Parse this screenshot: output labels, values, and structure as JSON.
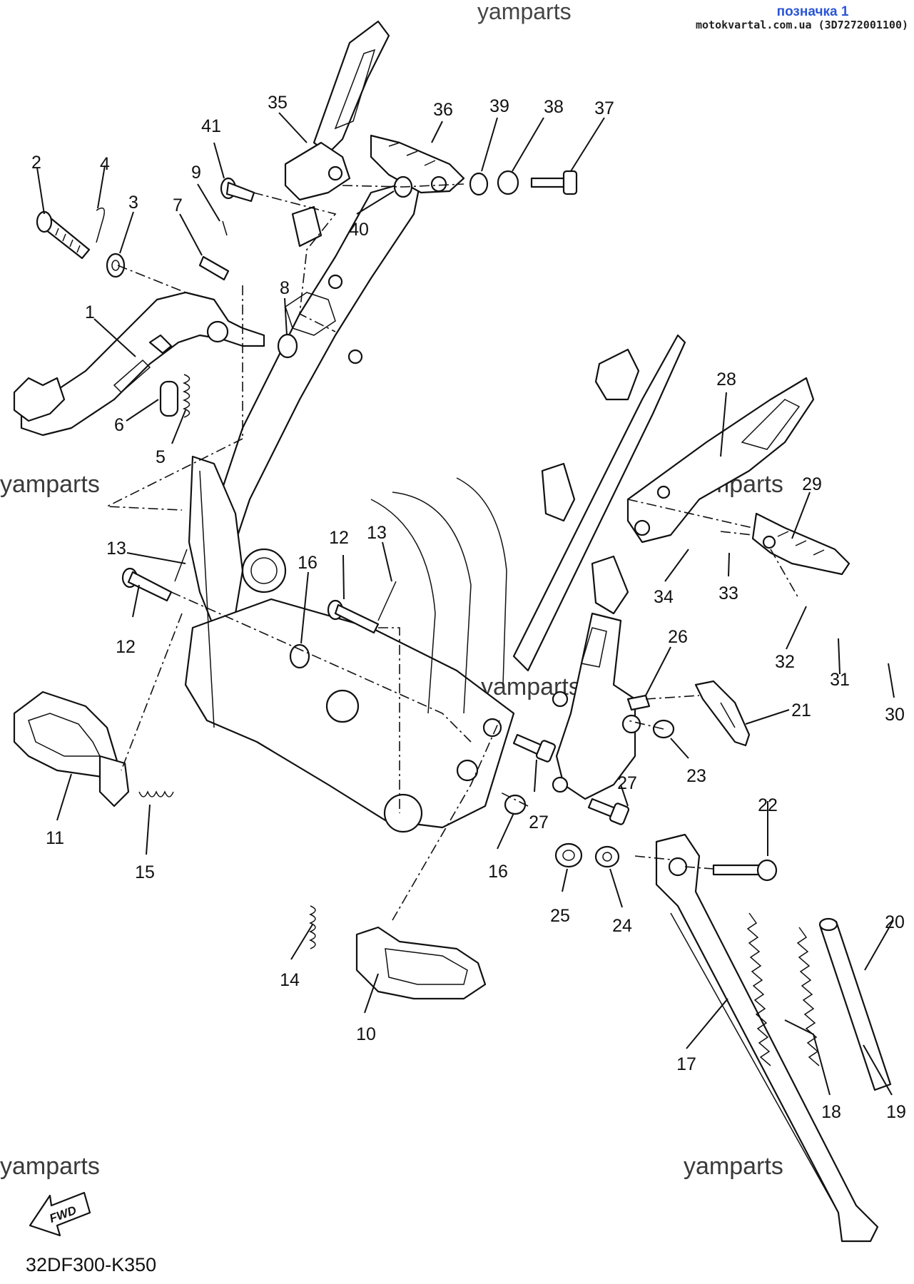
{
  "header": {
    "brand": "yamparts",
    "badge": "позначка 1",
    "source_ref": "motokvartal.com.ua (3D7272001100)"
  },
  "watermarks": [
    "yamparts",
    "yamparts",
    "yamparts",
    "yamparts",
    "yamparts",
    "yamparts"
  ],
  "fwd_label": "FWD",
  "diagram_code": "32DF300-K350",
  "part_numbers": [
    "1",
    "2",
    "3",
    "4",
    "5",
    "6",
    "7",
    "8",
    "9",
    "10",
    "11",
    "12",
    "12",
    "13",
    "13",
    "14",
    "15",
    "16",
    "16",
    "17",
    "18",
    "19",
    "20",
    "21",
    "22",
    "23",
    "24",
    "25",
    "26",
    "27",
    "27",
    "28",
    "29",
    "30",
    "31",
    "32",
    "33",
    "34",
    "35",
    "36",
    "37",
    "38",
    "39",
    "40",
    "41"
  ]
}
